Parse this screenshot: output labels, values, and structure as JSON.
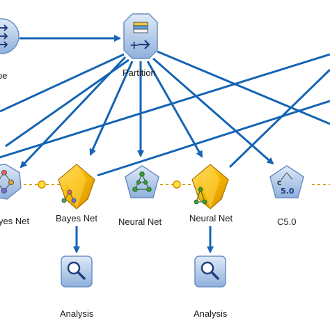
{
  "nodes": {
    "type_node": {
      "label": "pe"
    },
    "partition": {
      "label": "Partition"
    },
    "bayes_model": {
      "label": "yes Net"
    },
    "bayes_nugget": {
      "label": "Bayes Net"
    },
    "neural_model": {
      "label": "Neural Net"
    },
    "neural_nugget": {
      "label": "Neural Net"
    },
    "c50_model": {
      "label": "C5.0",
      "icon_text": "5.0"
    },
    "analysis_1": {
      "label": "Analysis"
    },
    "analysis_2": {
      "label": "Analysis"
    }
  },
  "colors": {
    "edge": "#1464b4",
    "source_node": "#a9c4e8",
    "model_node": "#a9c4e8",
    "nugget": "#f5b800",
    "output_node": "#a9c4e8"
  }
}
